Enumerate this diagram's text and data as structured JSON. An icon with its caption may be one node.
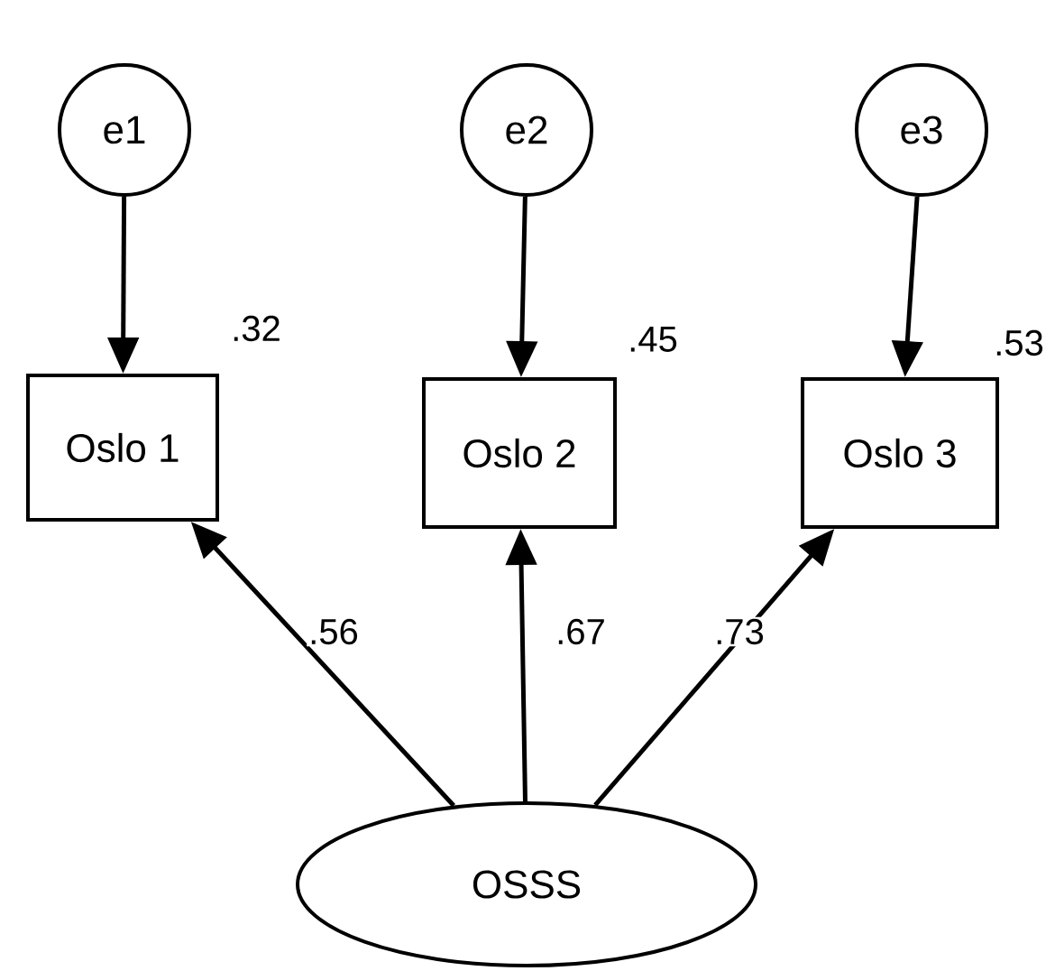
{
  "diagram": {
    "nodes": [
      {
        "text": [
          "e1"
        ]
      },
      {
        "text": [
          "e2"
        ]
      },
      {
        "text": [
          "e3"
        ]
      },
      {
        "text": [
          "Oslo 1"
        ],
        "beside": [
          ".32"
        ]
      },
      {
        "text": [
          "Oslo 2"
        ],
        "beside": [
          ".45"
        ]
      },
      {
        "text": [
          "Oslo 3"
        ],
        "beside": [
          ".53"
        ]
      },
      {
        "text": [
          "OSSS"
        ]
      }
    ],
    "edges": [
      {
        "from": 0,
        "to": 3,
        "arrow": "to"
      },
      {
        "from": 1,
        "to": 4,
        "arrow": "to"
      },
      {
        "from": 2,
        "to": 5,
        "arrow": "to"
      },
      {
        "from": 6,
        "to": 3,
        "arrow": "to",
        "label": ".56"
      },
      {
        "from": 6,
        "to": 4,
        "arrow": "to",
        "label": ".67"
      },
      {
        "from": 6,
        "to": 5,
        "arrow": "to",
        "label": ".73"
      }
    ]
  }
}
